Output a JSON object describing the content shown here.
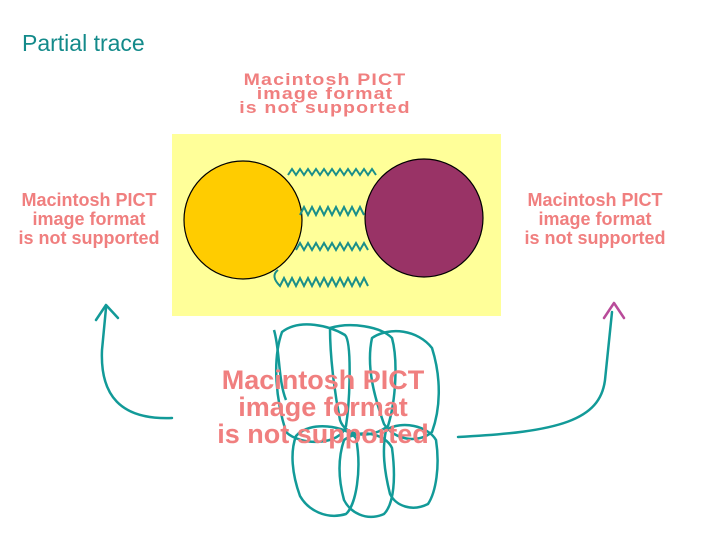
{
  "slide": {
    "title": "Partial trace"
  },
  "placeholders": {
    "top": [
      "Macintosh PICT",
      "image format",
      "is not supported"
    ],
    "left": [
      "Macintosh PICT",
      "image format",
      "is not supported"
    ],
    "right": [
      "Macintosh PICT",
      "image format",
      "is not supported"
    ],
    "bottom": [
      "Macintosh PICT",
      "image format",
      "is not supported"
    ]
  },
  "colors": {
    "title": "#138a8a",
    "placeholder_text": "#f07f7f",
    "panel": "#ffff99",
    "left_circle": "#ffcc00",
    "right_circle": "#993366",
    "ink": "#129a98",
    "ink_right_tip": "#b94b9a"
  }
}
